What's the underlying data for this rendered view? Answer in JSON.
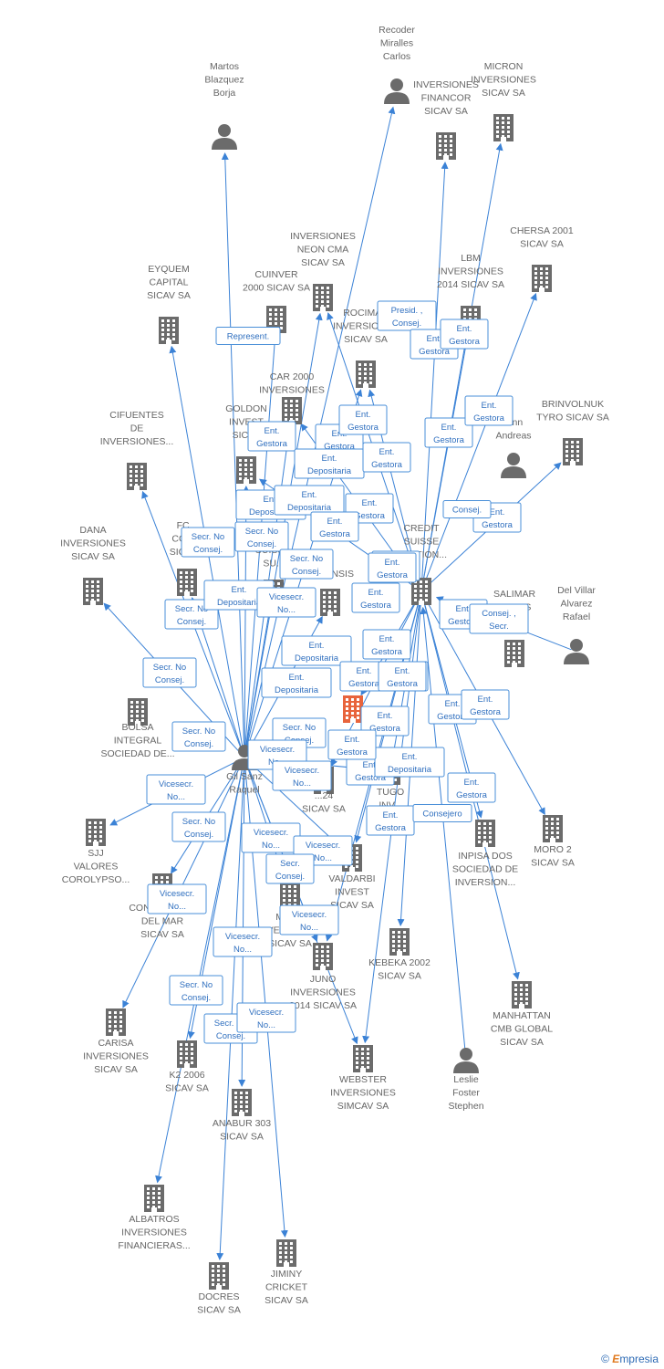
{
  "graph": {
    "center_person": "Gil Sanz Raquel",
    "nodes": [
      {
        "id": "martos",
        "kind": "person",
        "label": [
          "Martos",
          "Blazquez",
          "Borja"
        ]
      },
      {
        "id": "recoder",
        "kind": "person",
        "label": [
          "Recoder",
          "Miralles",
          "Carlos"
        ]
      },
      {
        "id": "inv_financor",
        "kind": "company",
        "label": [
          "INVERSIONES",
          "FINANCOR",
          "SICAV SA"
        ]
      },
      {
        "id": "micron",
        "kind": "company",
        "label": [
          "MICRON",
          "INVERSIONES",
          "SICAV SA"
        ]
      },
      {
        "id": "chersa",
        "kind": "company",
        "label": [
          "CHERSA 2001",
          "SICAV SA"
        ]
      },
      {
        "id": "neon",
        "kind": "company",
        "label": [
          "INVERSIONES",
          "NEON CMA",
          "SICAV SA"
        ]
      },
      {
        "id": "cuinver",
        "kind": "company",
        "label": [
          "CUINVER",
          "2000 SICAV SA"
        ]
      },
      {
        "id": "lbm",
        "kind": "company",
        "label": [
          "LBM",
          "INVERSIONES",
          "2014 SICAV SA"
        ]
      },
      {
        "id": "eyquem",
        "kind": "company",
        "label": [
          "EYQUEM",
          "CAPITAL",
          "SICAV SA"
        ]
      },
      {
        "id": "rocimar",
        "kind": "company",
        "label": [
          "ROCIMAR",
          "INVERSIONES",
          "SICAV SA"
        ]
      },
      {
        "id": "car2000",
        "kind": "company",
        "label": [
          "CAR 2000",
          "INVERSIONES"
        ]
      },
      {
        "id": "brinvolnuk",
        "kind": "company",
        "label": [
          "BRINVOLNUK",
          "TYRO SICAV SA"
        ]
      },
      {
        "id": "goldon",
        "kind": "company",
        "label": [
          "GOLDON",
          "INVEST",
          "SICAV"
        ]
      },
      {
        "id": "andreas",
        "kind": "person",
        "label": [
          "...nn",
          "Andreas"
        ]
      },
      {
        "id": "cifuentes",
        "kind": "company",
        "label": [
          "CIFUENTES",
          "DE",
          "INVERSIONES..."
        ]
      },
      {
        "id": "dana",
        "kind": "company",
        "label": [
          "DANA",
          "INVERSIONES",
          "SICAV SA"
        ]
      },
      {
        "id": "fc",
        "kind": "company",
        "label": [
          "FC...",
          "COM...",
          "SICAV..."
        ]
      },
      {
        "id": "credit",
        "kind": "company",
        "label": [
          "CREDIT",
          "SUISSE",
          "GESTION..."
        ]
      },
      {
        "id": "salimar",
        "kind": "company",
        "label": [
          "SALIMAR",
          "...ENTS",
          "...SA"
        ]
      },
      {
        "id": "delvillar",
        "kind": "person",
        "label": [
          "Del Villar",
          "Alvarez",
          "Rafael"
        ]
      },
      {
        "id": "suiss",
        "kind": "company",
        "label": [
          "SUISS...",
          "SU..."
        ]
      },
      {
        "id": "extensis",
        "kind": "company",
        "label": [
          "EXTENSIS"
        ]
      },
      {
        "id": "bolsa",
        "kind": "company",
        "label": [
          "BOLSA",
          "INTEGRAL",
          "SOCIEDAD DE..."
        ]
      },
      {
        "id": "focal",
        "kind": "focal",
        "label": []
      },
      {
        "id": "gil",
        "kind": "person",
        "label": [
          "Gil Sanz",
          "Raquel"
        ]
      },
      {
        "id": "tugo",
        "kind": "company",
        "label": [
          "TUGO",
          "INV...",
          "S..."
        ]
      },
      {
        "id": "s24",
        "kind": "company",
        "label": [
          "...24",
          "SICAV SA"
        ]
      },
      {
        "id": "sjj",
        "kind": "company",
        "label": [
          "SJJ",
          "VALORES",
          "COROLYPSO..."
        ]
      },
      {
        "id": "inpisa",
        "kind": "company",
        "label": [
          "INPISA DOS",
          "SOCIEDAD DE",
          "INVERSION..."
        ]
      },
      {
        "id": "moro",
        "kind": "company",
        "label": [
          "MORO 2",
          "SICAV SA"
        ]
      },
      {
        "id": "valdarbi",
        "kind": "company",
        "label": [
          "VALDARBI",
          "INVEST",
          "SICAV SA"
        ]
      },
      {
        "id": "continental",
        "kind": "company",
        "label": [
          "CONTINENTAL",
          "DEL MAR",
          "SICAV SA"
        ]
      },
      {
        "id": "mbe",
        "kind": "company",
        "label": [
          "MBE...",
          "INVERSIONES",
          "SICAV SA"
        ]
      },
      {
        "id": "kebeka",
        "kind": "company",
        "label": [
          "KEBEKA 2002",
          "SICAV SA"
        ]
      },
      {
        "id": "juno",
        "kind": "company",
        "label": [
          "JUNO",
          "INVERSIONES",
          "2014 SICAV SA"
        ]
      },
      {
        "id": "manhattan",
        "kind": "company",
        "label": [
          "MANHATTAN",
          "CMB GLOBAL",
          "SICAV SA"
        ]
      },
      {
        "id": "carisa",
        "kind": "company",
        "label": [
          "CARISA",
          "INVERSIONES",
          "SICAV SA"
        ]
      },
      {
        "id": "k2",
        "kind": "company",
        "label": [
          "K2 2006",
          "SICAV SA"
        ]
      },
      {
        "id": "webster",
        "kind": "company",
        "label": [
          "WEBSTER",
          "INVERSIONES",
          "SIMCAV SA"
        ]
      },
      {
        "id": "leslie",
        "kind": "person",
        "label": [
          "Leslie",
          "Foster",
          "Stephen"
        ]
      },
      {
        "id": "anabur",
        "kind": "company",
        "label": [
          "ANABUR 303",
          "SICAV SA"
        ]
      },
      {
        "id": "albatros",
        "kind": "company",
        "label": [
          "ALBATROS",
          "INVERSIONES",
          "FINANCIERAS..."
        ]
      },
      {
        "id": "jiminy",
        "kind": "company",
        "label": [
          "JIMINY",
          "CRICKET",
          "SICAV SA"
        ]
      },
      {
        "id": "docres",
        "kind": "company",
        "label": [
          "DOCRES",
          "SICAV SA"
        ]
      }
    ],
    "edge_labels": [
      [
        "Represent."
      ],
      [
        "Presid. ,",
        "Consej."
      ],
      [
        "Ent.",
        "Gestora"
      ],
      [
        "Ent.",
        "Gestora"
      ],
      [
        "Ent.",
        "Gestora"
      ],
      [
        "Ent.",
        "Gestora"
      ],
      [
        "Ent.",
        "Gestora"
      ],
      [
        "Ent.",
        "Gestora"
      ],
      [
        "Ent.",
        "Depositaria"
      ],
      [
        "Ent.",
        "Gestora"
      ],
      [
        "Ent.",
        "Gestora"
      ],
      [
        "Ent.",
        "Depositaria"
      ],
      [
        "Ent.",
        "Gestora"
      ],
      [
        "Ent.",
        "Gestora"
      ],
      [
        "Ent.",
        "Gestora"
      ],
      [
        "Consej."
      ],
      [
        "Ent.",
        "Depositaria"
      ],
      [
        "Ent.",
        "Gestora"
      ],
      [
        "Secr. No",
        "Consej."
      ],
      [
        "Secr. No",
        "Consej."
      ],
      [
        "Secr. No",
        "Consej."
      ],
      [
        "Ent.",
        "Gestora"
      ],
      [
        "Ent.",
        "Gestora"
      ],
      [
        "Ent.",
        "Depositaria"
      ],
      [
        "Secr. No",
        "Consej."
      ],
      [
        "Vicesecr.",
        "No..."
      ],
      [
        "Ent.",
        "Gestora"
      ],
      [
        "Consej. ,",
        "Secr."
      ],
      [
        "Ent.",
        "Gestora"
      ],
      [
        "Ent.",
        "Depositaria"
      ],
      [
        "Secr. No",
        "Consej."
      ],
      [
        "Ent.",
        "Depositaria"
      ],
      [
        "Ent.",
        "Gestora"
      ],
      [
        "Ent.",
        "Gestora"
      ],
      [
        "Ent.",
        "Gestora"
      ],
      [
        "Ent.",
        "Gestora"
      ],
      [
        "Secr. No",
        "Consej."
      ],
      [
        "Secr. No",
        "Consej."
      ],
      [
        "Vicesecr.",
        "No..."
      ],
      [
        "Ent.",
        "Gestora"
      ],
      [
        "Ent.",
        "Gestora"
      ],
      [
        "Ent.",
        "Depositaria"
      ],
      [
        "Vicesecr.",
        "No..."
      ],
      [
        "Vicesecr.",
        "No..."
      ],
      [
        "Ent.",
        "Gestora"
      ],
      [
        "Consejero"
      ],
      [
        "Secr. No",
        "Consej."
      ],
      [
        "Vicesecr.",
        "No..."
      ],
      [
        "Vicesecr.",
        "No..."
      ],
      [
        "Vicesecr.",
        "No..."
      ],
      [
        "Secr.",
        "Consej."
      ],
      [
        "Vicesecr.",
        "No..."
      ],
      [
        "Vicesecr.",
        "No..."
      ],
      [
        "Secr. No",
        "Consej."
      ],
      [
        "Secr. No",
        "Consej."
      ],
      [
        "Vicesecr.",
        "No..."
      ],
      [
        "Ent.",
        "Gestora"
      ],
      [
        "Ent.",
        "Gestora"
      ],
      [
        "Ent.",
        "Gestora"
      ]
    ]
  },
  "footer": {
    "copyright": "©",
    "brand_e": "E",
    "brand_rest": "mpresia"
  },
  "colors": {
    "edge": "#3b82d6",
    "icon": "#6b6b6b",
    "focal": "#e8643c",
    "label": "#666666"
  }
}
